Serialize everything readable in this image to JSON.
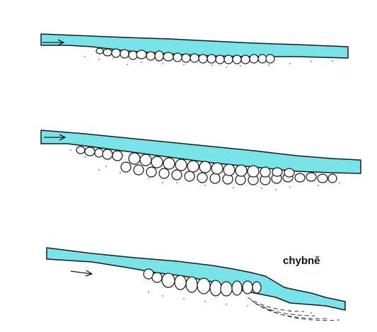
{
  "colors": {
    "water": "#79e3ea",
    "outline": "#1a1a1a",
    "stone_fill": "#ffffff",
    "background": "#ffffff"
  },
  "icons": [
    "flow-arrow-icon"
  ],
  "panels": [
    {
      "id": "panel-1"
    },
    {
      "id": "panel-2"
    },
    {
      "id": "panel-3",
      "label": "chybně"
    }
  ]
}
